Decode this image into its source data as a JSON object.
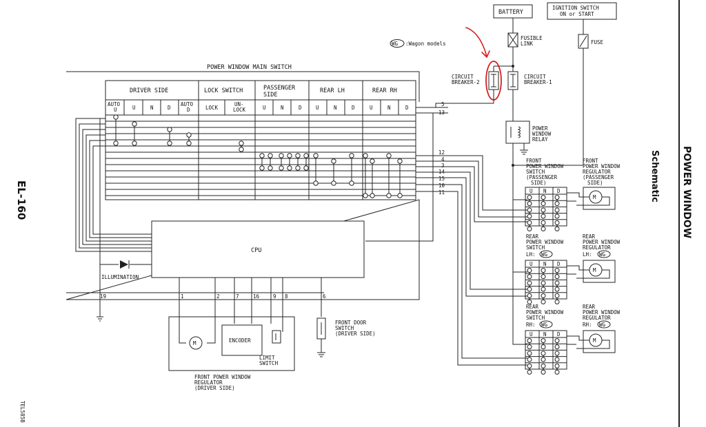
{
  "page": {
    "page_code": "EL-160",
    "section_title": "POWER WINDOW",
    "subtitle": "Schematic",
    "figure_code": "TEL585B"
  },
  "legend": {
    "wg_badge": "WG",
    "wg_text": ":Wagon models"
  },
  "power": {
    "battery": "BATTERY",
    "ignition_line1": "IGNITION SWITCH",
    "ignition_line2": "ON or START",
    "fusible_link_1": "FUSIBLE",
    "fusible_link_2": "LINK",
    "fuse": "FUSE",
    "cb2_line1": "CIRCUIT",
    "cb2_line2": "BREAKER-2",
    "cb1_line1": "CIRCUIT",
    "cb1_line2": "BREAKER-1",
    "relay_line1": "POWER",
    "relay_line2": "WINDOW",
    "relay_line3": "RELAY"
  },
  "main_switch": {
    "title": "POWER WINDOW MAIN SWITCH",
    "groups": [
      "DRIVER SIDE",
      "LOCK SWITCH",
      "PASSENGER",
      "SIDE",
      "REAR LH",
      "REAR RH"
    ],
    "columns": [
      "AUTO",
      "U",
      "U",
      "N",
      "D",
      "AUTO",
      "D",
      "LOCK",
      "UN-",
      "LOCK",
      "U",
      "N",
      "D",
      "U",
      "N",
      "D",
      "U",
      "N",
      "D"
    ],
    "pins_right": [
      "5",
      "13",
      "12",
      "4",
      "3",
      "14",
      "15",
      "10",
      "11"
    ],
    "pins_bottom": [
      "19",
      "1",
      "2",
      "7",
      "16",
      "9",
      "8",
      "6"
    ],
    "cpu": "CPU",
    "illumination": "ILLUMINATION"
  },
  "driver_regulator": {
    "encoder": "ENCODER",
    "motor": "M",
    "limit_1": "LIMIT",
    "limit_2": "SWITCH",
    "label_1": "FRONT POWER WINDOW",
    "label_2": "REGULATOR",
    "label_3": "(DRIVER SIDE)"
  },
  "front_door_switch": {
    "line1": "FRONT DOOR",
    "line2": "SWITCH",
    "line3": "(DRIVER SIDE)"
  },
  "sub_switches": [
    {
      "sw1": "FRONT",
      "sw2": "POWER WINDOW",
      "sw3": "SWITCH",
      "sw4": "(PASSENGER",
      "sw5": "SIDE)",
      "reg1": "FRONT",
      "reg2": "POWER WINDOW",
      "reg3": "REGULATOR",
      "reg4": "(PASSENGER",
      "reg5": "SIDE)",
      "cols": [
        "U",
        "N",
        "D"
      ],
      "motor": "M"
    },
    {
      "sw1": "REAR",
      "sw2": "POWER WINDOW",
      "sw3": "SWITCH",
      "sw4": "LH:",
      "reg1": "REAR",
      "reg2": "POWER WINDOW",
      "reg3": "REGULATOR",
      "reg4": "LH:",
      "cols": [
        "U",
        "N",
        "D"
      ],
      "badge": "WG",
      "motor": "M"
    },
    {
      "sw1": "REAR",
      "sw2": "POWER WINDOW",
      "sw3": "SWITCH",
      "sw4": "RH:",
      "reg1": "REAR",
      "reg2": "POWER WINDOW",
      "reg3": "REGULATOR",
      "reg4": "RH:",
      "cols": [
        "U",
        "N",
        "D"
      ],
      "badge": "WG",
      "motor": "M"
    }
  ],
  "annotation": {
    "color": "#d42020"
  }
}
